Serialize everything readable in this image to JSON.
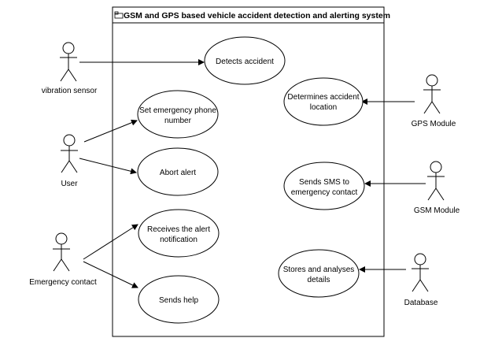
{
  "system": {
    "title": "GSM and GPS based vehicle accident detection and alerting system"
  },
  "actors": {
    "vibration_sensor": "vibration sensor",
    "user": "User",
    "emergency_contact": "Emergency contact",
    "gps_module": "GPS Module",
    "gsm_module": "GSM Module",
    "database": "Database"
  },
  "use_cases": {
    "detects_accident": [
      "Detects accident"
    ],
    "set_phone": [
      "Set emergency phone",
      "number"
    ],
    "abort_alert": [
      "Abort alert"
    ],
    "receives_alert": [
      "Receives the alert",
      "notification"
    ],
    "sends_help": [
      "Sends help"
    ],
    "determines_location": [
      "Determines accident",
      "location"
    ],
    "sends_sms": [
      "Sends SMS to",
      "emergency contact"
    ],
    "stores_analyses": [
      "Stores and analyses",
      "details"
    ]
  }
}
